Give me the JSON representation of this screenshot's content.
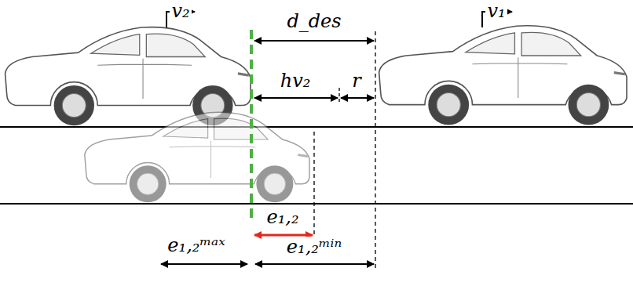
{
  "diagram": {
    "labels": [
      "v₂",
      "v₁",
      "d_des",
      "hv₂",
      "r",
      "e₁,₂",
      "e₁,₂ᵐᵃˣ",
      "e₁,₂ᵐⁱⁿ"
    ]
  }
}
